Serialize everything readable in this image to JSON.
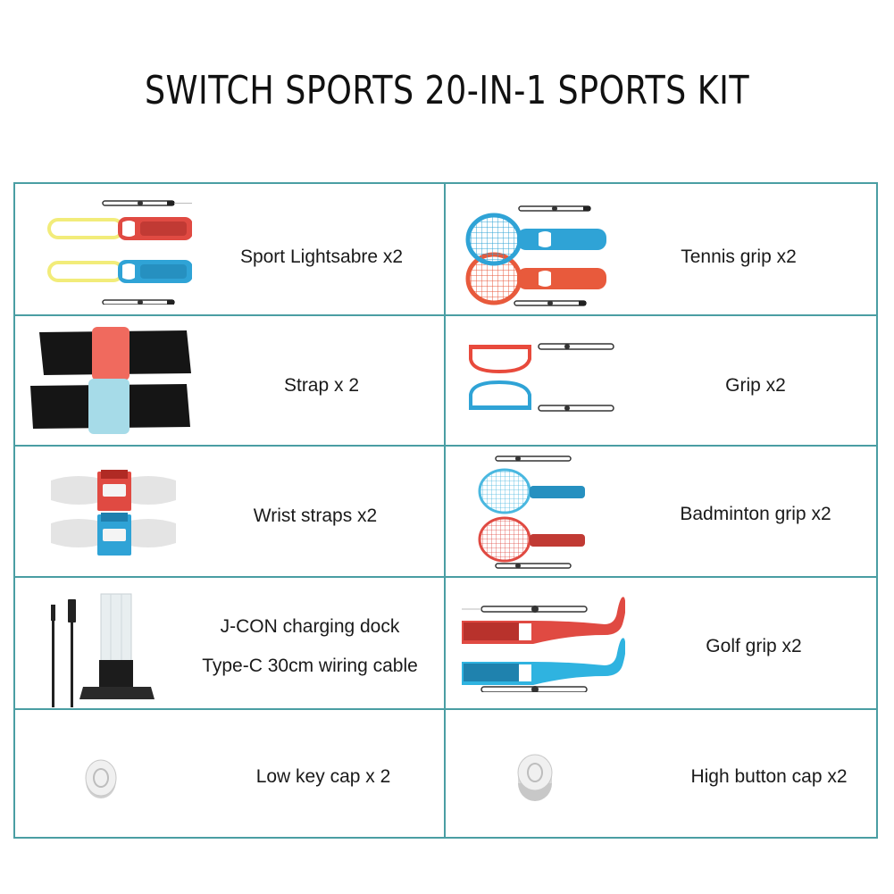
{
  "title": "SWITCH SPORTS 20-IN-1 SPORTS KIT",
  "colors": {
    "border": "#4a9ea3",
    "red": "#e04a42",
    "blue": "#2fa3d6",
    "yellow": "#f2ec7a",
    "black": "#151515",
    "strap_white": "#e8e8e8"
  },
  "items": [
    {
      "label": "Sport Lightsabre x2",
      "icon": "lightsabre-icon"
    },
    {
      "label": "Tennis grip x2",
      "icon": "tennis-racket-icon"
    },
    {
      "label": "Strap x 2",
      "icon": "leg-strap-icon"
    },
    {
      "label": "Grip x2",
      "icon": "joycon-grip-icon"
    },
    {
      "label": "Wrist straps x2",
      "icon": "wrist-strap-icon"
    },
    {
      "label": "Badminton grip x2",
      "icon": "badminton-racket-icon"
    },
    {
      "label": "J-CON charging dock",
      "label2": "Type-C 30cm wiring cable",
      "icon": "charging-dock-icon"
    },
    {
      "label": "Golf grip x2",
      "icon": "golf-club-icon"
    },
    {
      "label": "Low key cap x 2",
      "icon": "low-key-cap-icon"
    },
    {
      "label": "High button cap x2",
      "icon": "high-button-cap-icon"
    }
  ]
}
